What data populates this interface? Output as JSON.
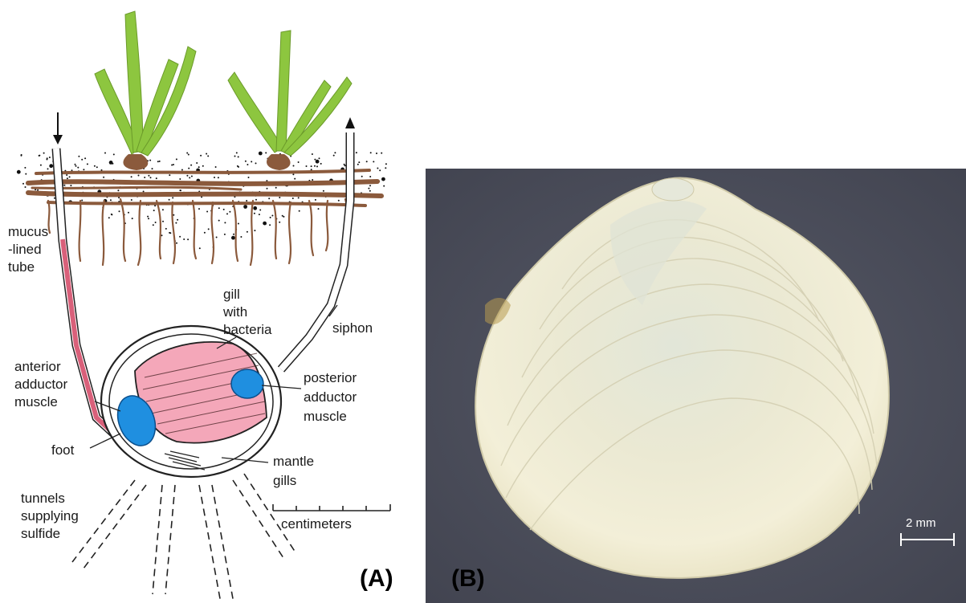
{
  "panel_a": {
    "tag": "(A)",
    "labels": {
      "mucus_1": "mucus",
      "mucus_2": "-lined",
      "mucus_3": "tube",
      "gill_1": "gill",
      "gill_2": "with",
      "gill_3": "bacteria",
      "siphon": "siphon",
      "anterior_1": "anterior",
      "anterior_2": "adductor",
      "anterior_3": "muscle",
      "posterior_1": "posterior",
      "posterior_2": "adductor",
      "posterior_3": "muscle",
      "foot": "foot",
      "mantle": "mantle",
      "gills": "gills",
      "tunnels_1": "tunnels",
      "tunnels_2": "supplying",
      "tunnels_3": "sulfide",
      "scale": "centimeters"
    },
    "colors": {
      "seagrass": "#8dc63f",
      "roots": "#8b5a3c",
      "gill_fill": "#f4a7b9",
      "muscle_fill": "#1f8fe0",
      "tube_fill": "#d9607a"
    }
  },
  "panel_b": {
    "tag": "(B)",
    "scale_label": "2 mm",
    "colors": {
      "background": "#4a4c5a",
      "shell": "#efebd2"
    }
  }
}
